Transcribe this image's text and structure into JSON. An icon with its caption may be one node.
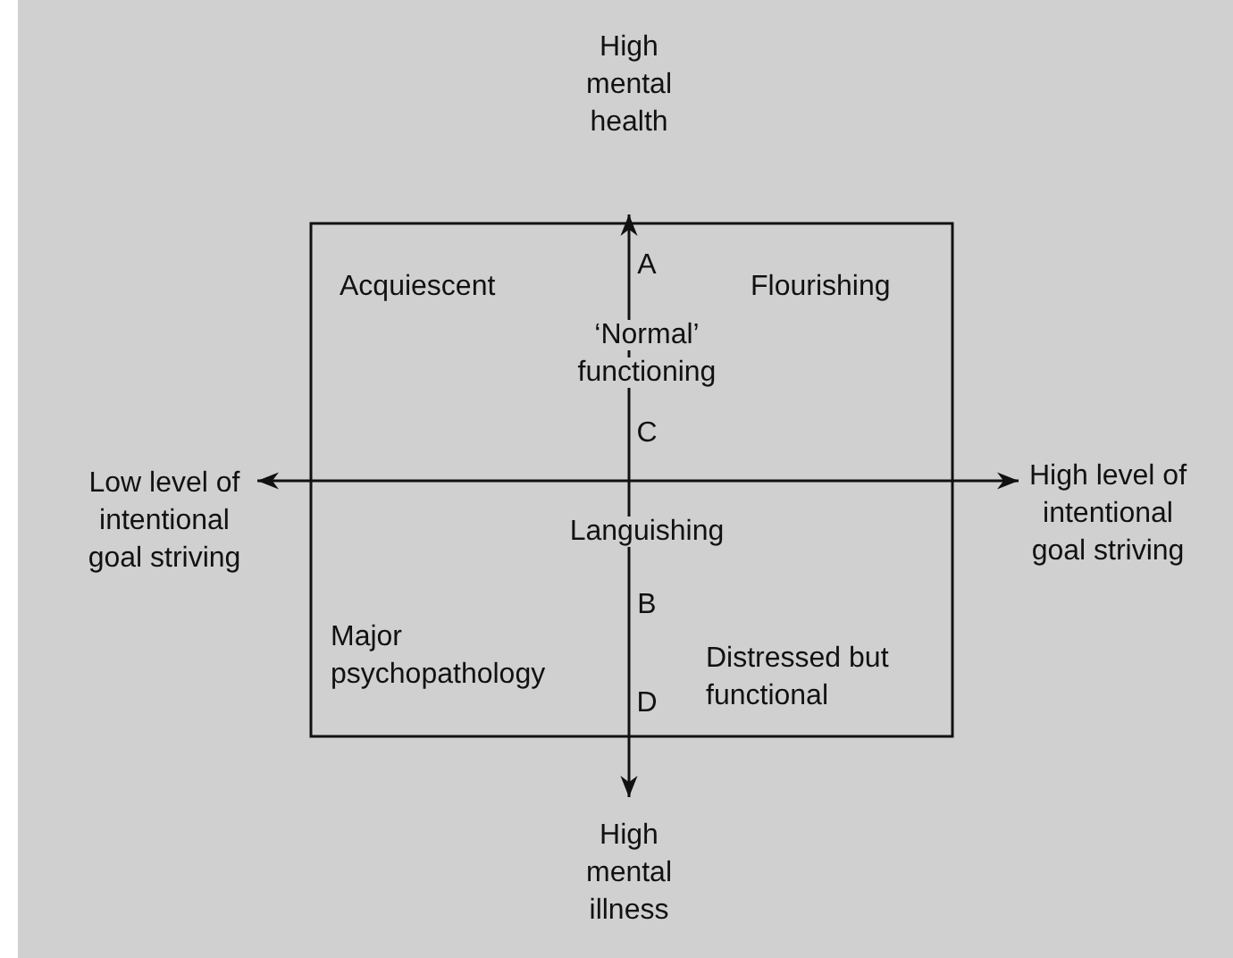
{
  "diagram": {
    "nodes": [
      {
        "text": [
          "High mental health"
        ]
      },
      {
        "text": [
          "High mental illness"
        ]
      },
      {
        "text": [
          "Low level of intentional goal striving"
        ]
      },
      {
        "text": [
          "High level of intentional goal striving"
        ]
      }
    ],
    "edges": [
      {
        "from": 1,
        "to": 0,
        "arrow": "both"
      },
      {
        "from": 2,
        "to": 3,
        "arrow": "both"
      }
    ],
    "labels": [
      "Acquiescent",
      "A",
      "Flourishing",
      "‘Normal’ functioning",
      "C",
      "Languishing",
      "B",
      "Major psychopathology",
      "Distressed but functional",
      "D"
    ]
  }
}
